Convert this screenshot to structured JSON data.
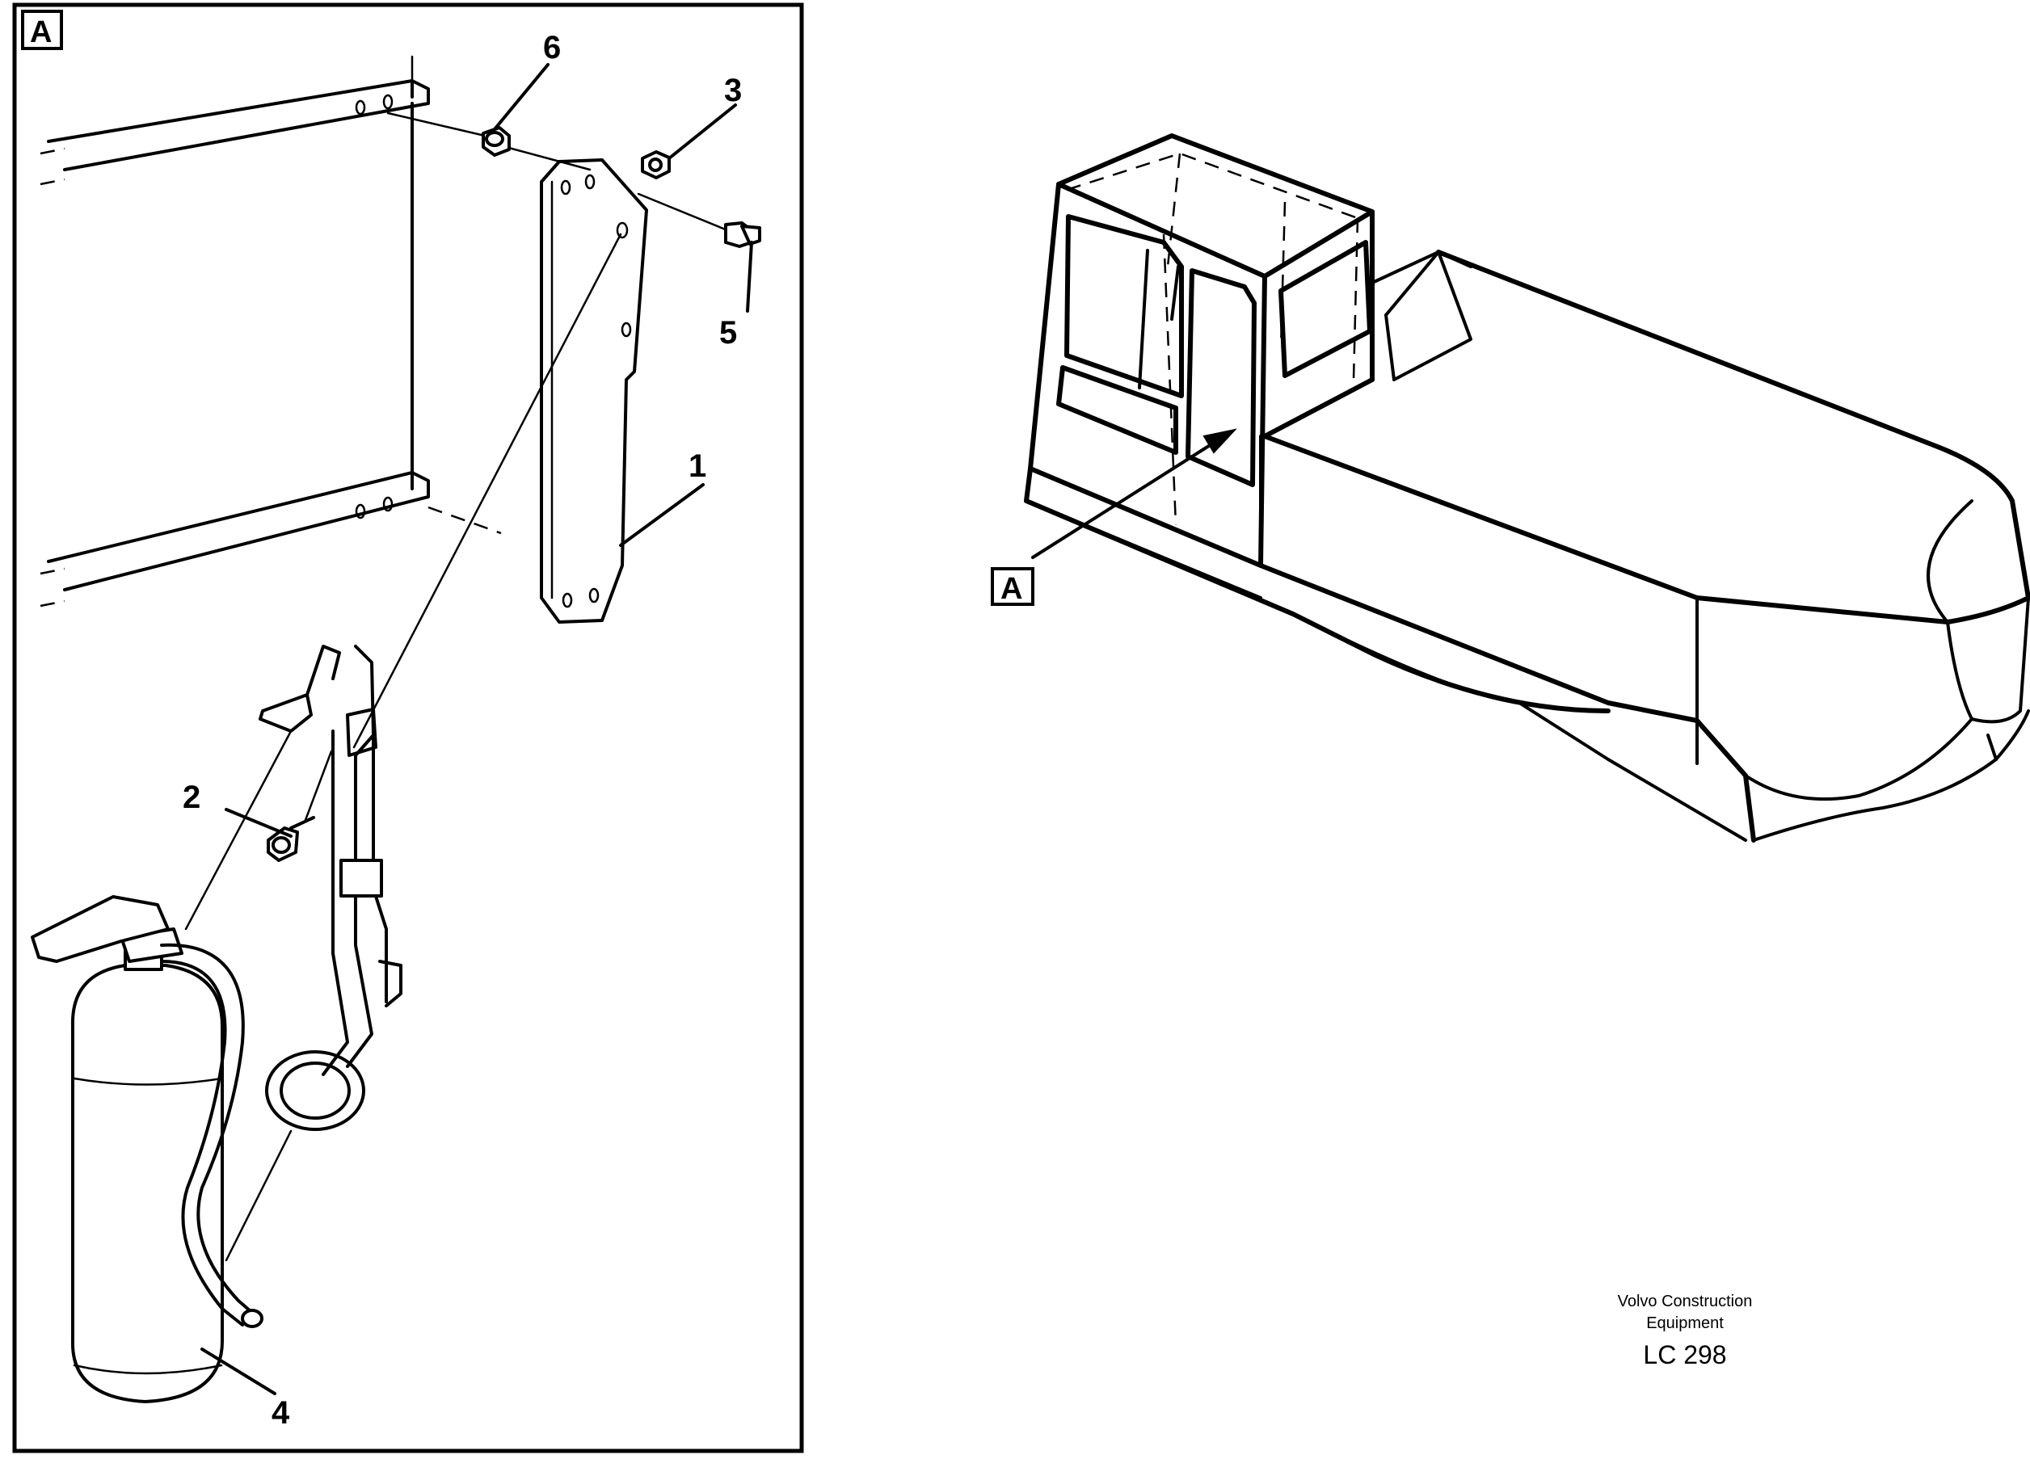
{
  "view_label": "A",
  "callouts": {
    "c1": "1",
    "c2": "2",
    "c3": "3",
    "c4": "4",
    "c5": "5",
    "c6": "6"
  },
  "machine_view_label": "A",
  "credit": {
    "line1": "Volvo Construction",
    "line2": "Equipment",
    "code": "LC 298"
  }
}
